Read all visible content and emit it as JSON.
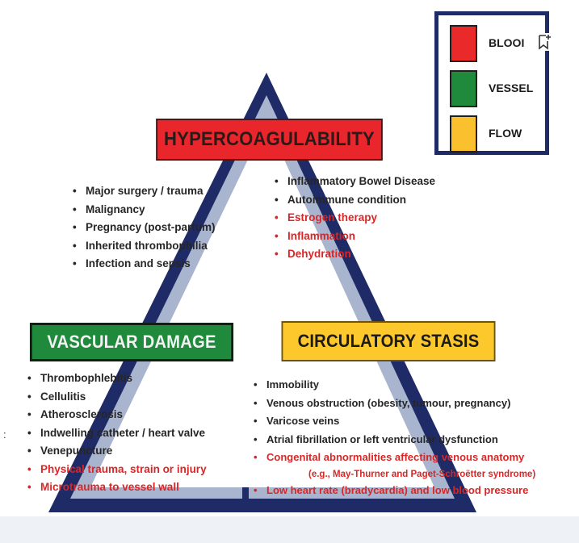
{
  "legend": {
    "items": [
      {
        "label": "BLOOI",
        "color": "#ea2a2a"
      },
      {
        "label": "VESSEL",
        "color": "#1f8a3c"
      },
      {
        "label": "FLOW",
        "color": "#fbc02d"
      }
    ],
    "icon": "bookmark-add-icon"
  },
  "hypercoagulability": {
    "title": "HYPERCOAGULABILITY",
    "color": "#e8262b",
    "left_items": [
      "Major surgery / trauma",
      "Malignancy",
      "Pregnancy (post-partum)",
      "Inherited thrombophilia",
      "Infection and sepsis"
    ],
    "right_items": [
      "Inflammatory Bowel Disease",
      "Autoimmune condition",
      "Estrogen therapy",
      "Inflammation",
      "Dehydration"
    ]
  },
  "vascular_damage": {
    "title": "VASCULAR DAMAGE",
    "color": "#1f8a3c",
    "items": [
      "Thrombophlebitis",
      "Cellulitis",
      "Atherosclerosis",
      "Indwelling catheter / heart valve",
      "Venepuncture",
      "Physical trauma, strain or injury",
      "Microtrauma to vessel wall"
    ]
  },
  "circulatory_stasis": {
    "title": "CIRCULATORY STASIS",
    "color": "#fcc82c",
    "items": [
      "Immobility",
      "Venous obstruction (obesity, tumour, pregnancy)",
      "Varicose veins",
      "Atrial fibrillation or left ventricular dysfunction",
      "Congenital abnormalities affecting venous anatomy",
      "(e.g., May-Thurner and Paget-Schroëtter syndrome)",
      "Low heart rate (bradycardia) and low blood pressure"
    ]
  },
  "colors": {
    "triangle_outline": "#1e2b66",
    "triangle_fill": "#a9b5cf",
    "risk_text": "#d92626"
  }
}
